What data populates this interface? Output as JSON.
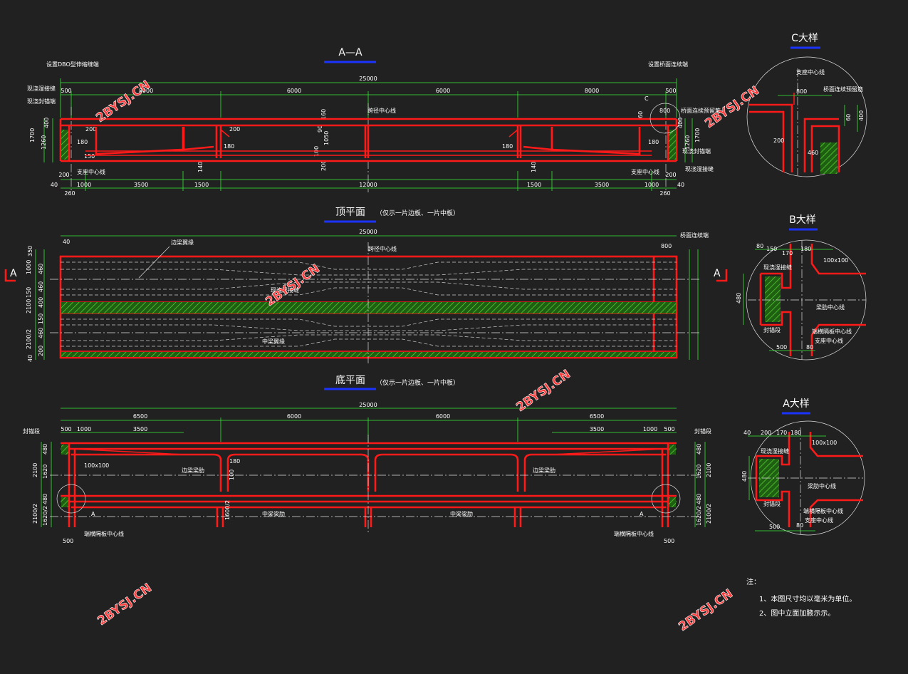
{
  "views": {
    "aa_title": "A—A",
    "top_title": "顶平面",
    "top_sub": "（仅示一片边板、一片中板）",
    "bottom_title": "底平面",
    "bottom_sub": "（仅示一片边板、一片中板）",
    "c_title": "C大样",
    "b_title": "B大样",
    "a_title": "A大样"
  },
  "section_aa": {
    "total": "25000",
    "top_dims": [
      "500",
      "8000",
      "6000",
      "6000",
      "8000",
      "500"
    ],
    "bottom_dims": [
      "1000",
      "3500",
      "1500",
      "12000",
      "1500",
      "3500",
      "1000"
    ],
    "left_heights": [
      "1700",
      "1260",
      "400"
    ],
    "right_heights": [
      "1700",
      "1260",
      "400"
    ],
    "ends": [
      "40",
      "260",
      "200",
      "40",
      "260",
      "200"
    ],
    "inner": [
      "200",
      "180",
      "150",
      "180",
      "140",
      "200",
      "180",
      "140",
      "180",
      "160",
      "90",
      "1050",
      "100",
      "200",
      "60",
      "800"
    ],
    "labels": {
      "left_top": "设置DBO型伸缩缝端",
      "right_top": "设置桥面连续端",
      "cl_span": "跨径中心线",
      "left_1": "现浇湿接缝",
      "left_2": "现浇封锚端",
      "right_1": "桥面连续预留筋",
      "right_2": "现浇封锚端",
      "right_3": "现浇湿接缝",
      "support_l": "支座中心线",
      "support_r": "支座中心线",
      "c_mark": "C"
    }
  },
  "plan_top": {
    "total": "25000",
    "side_dims": [
      "350",
      "1000",
      "150",
      "460",
      "400",
      "460",
      "150",
      "2100",
      "460",
      "2100/2",
      "200",
      "40"
    ],
    "labels": {
      "edge_beam": "边梁翼缘",
      "mid_joint": "现浇湿接缝",
      "mid_beam": "中梁翼缘",
      "cl": "跨径中心线",
      "joint_end": "桥面连续端",
      "dim_800": "800",
      "dim_40": "40",
      "sec_a": "A"
    }
  },
  "plan_bottom": {
    "total": "25000",
    "top_dims": [
      "6500",
      "6000",
      "6000",
      "6500"
    ],
    "sub_dims": [
      "500",
      "1000",
      "3500",
      "3500",
      "1000",
      "500"
    ],
    "side_dims": [
      "480",
      "2100",
      "1620",
      "480",
      "2100/2",
      "1620/2",
      "480"
    ],
    "inner": [
      "180",
      "100",
      "1600/2",
      "100x100"
    ],
    "labels": {
      "seal_l": "封锚段",
      "seal_r": "封锚段",
      "edge_rib_l": "边梁梁肋",
      "edge_rib_r": "边梁梁肋",
      "mid_rib_l": "中梁梁肋",
      "mid_rib_r": "中梁梁肋",
      "plate_cl_l": "端横隔板中心线",
      "plate_cl_r": "端横隔板中心线",
      "sec_a": "A",
      "dim_500": "500"
    }
  },
  "detail_c": {
    "labels": [
      "支座中心线",
      "桥面连续预留筋",
      "800",
      "60",
      "400",
      "200",
      "460"
    ]
  },
  "detail_b": {
    "labels": [
      "80",
      "150",
      "170",
      "180",
      "100x100",
      "现浇湿接缝",
      "480",
      "梁肋中心线",
      "封锚段",
      "端横隔板中心线",
      "支座中心线",
      "500",
      "80"
    ]
  },
  "detail_a": {
    "labels": [
      "40",
      "200",
      "170",
      "180",
      "100x100",
      "现浇湿接缝",
      "480",
      "梁肋中心线",
      "封锚段",
      "端横隔板中心线",
      "支座中心线",
      "500",
      "80"
    ]
  },
  "notes": {
    "head": "注：",
    "n1": "1、本图尺寸均以毫米为单位。",
    "n2": "2、图中立面加腋示示。"
  },
  "watermark": "2BYSJ.CN",
  "colors": {
    "background": "#212121",
    "concrete": "#ff1a1a",
    "dimension": "#33ee33",
    "title_bar": "#1a33ff",
    "hatch": "#33aa22"
  }
}
